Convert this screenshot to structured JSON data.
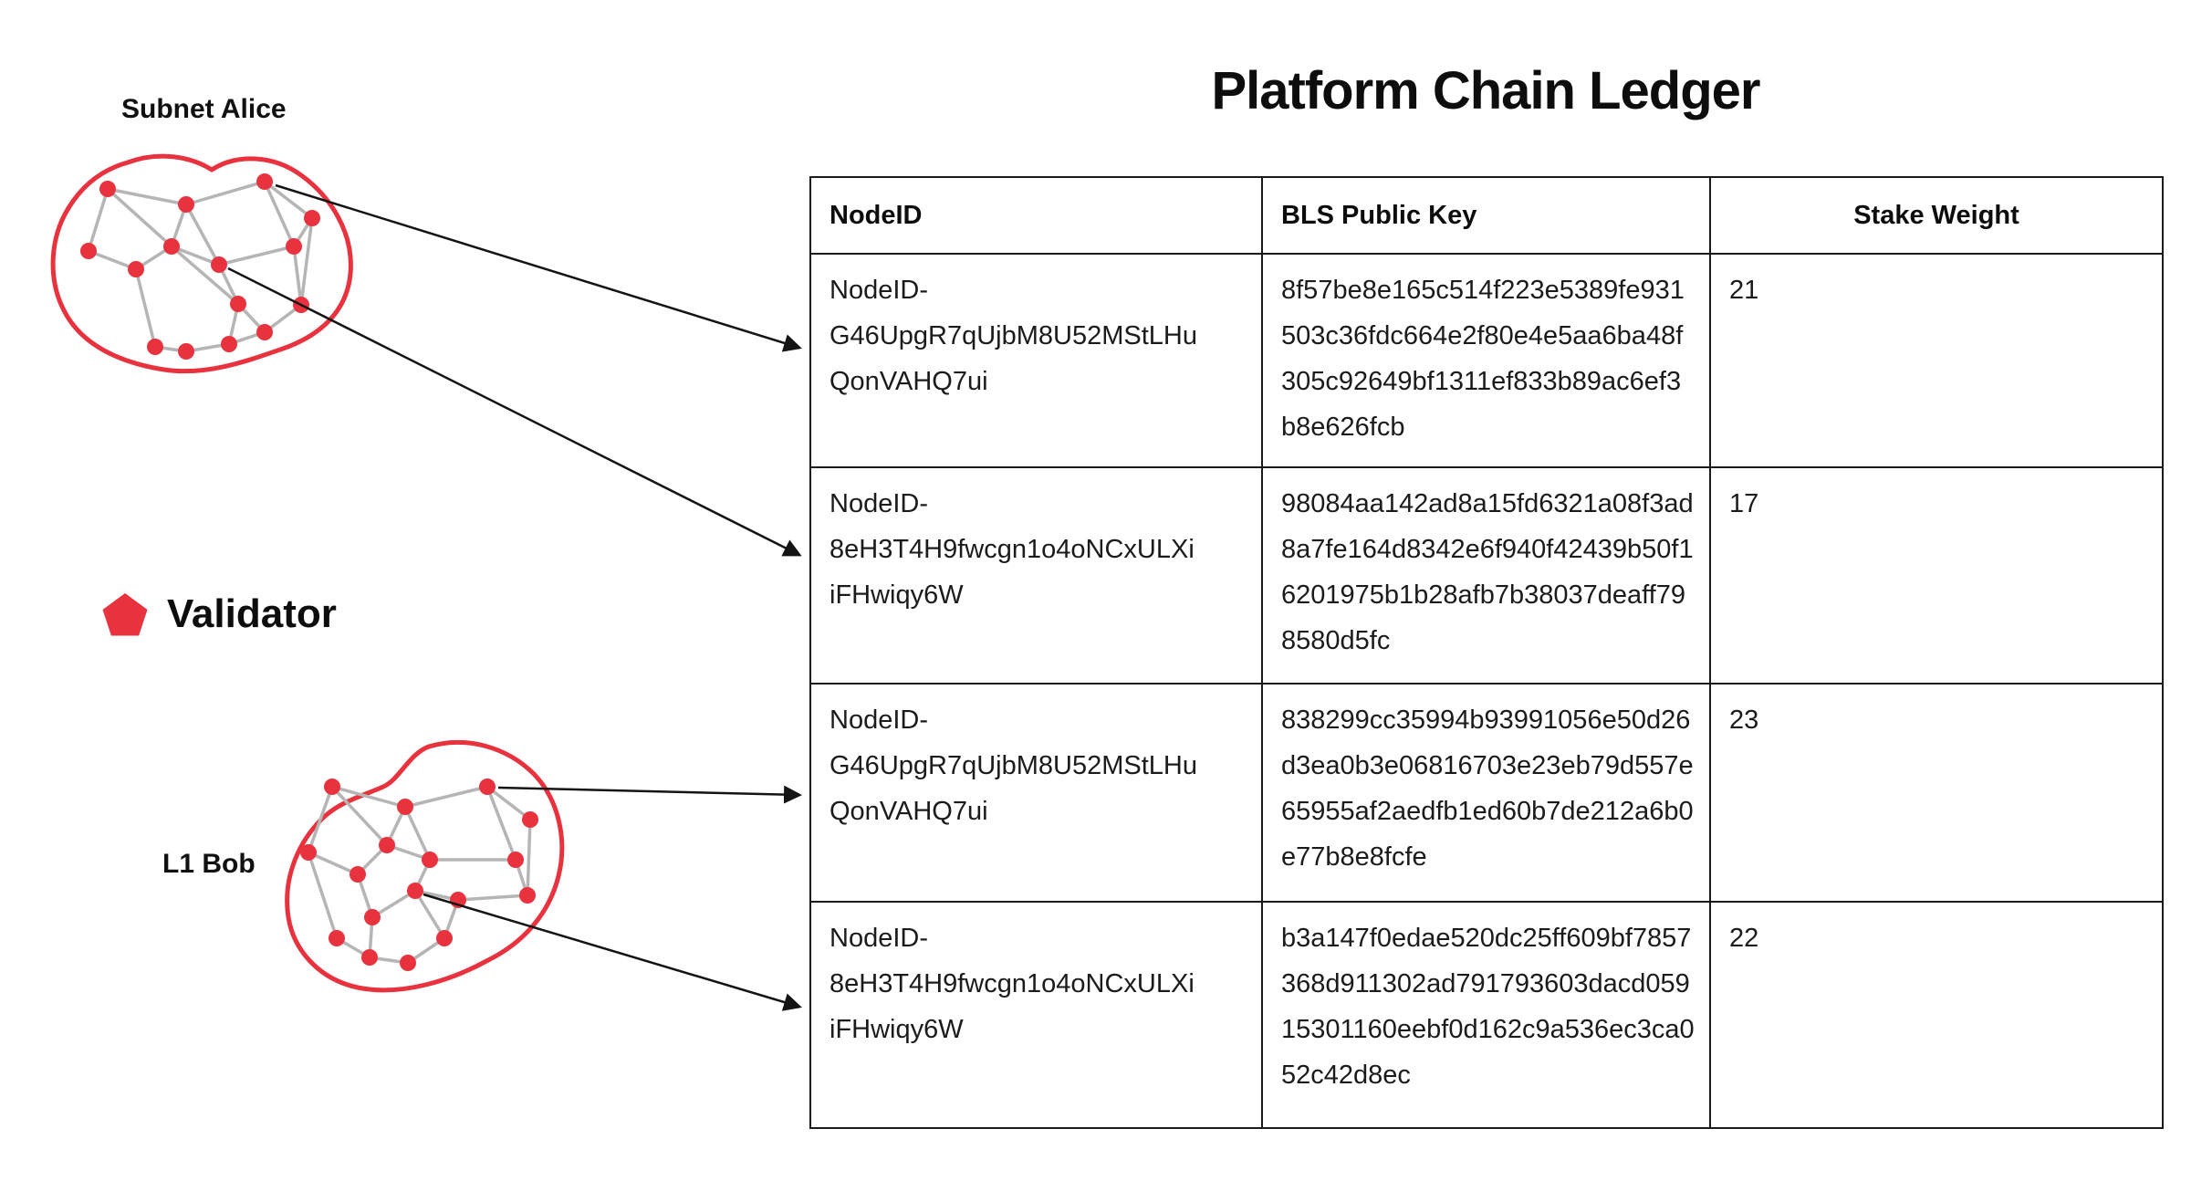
{
  "title": "Platform Chain Ledger",
  "networks": {
    "alice_label": "Subnet Alice",
    "bob_label": "L1 Bob"
  },
  "legend": {
    "validator_label": "Validator",
    "validator_icon": "red-pentagon"
  },
  "colors": {
    "validator_red": "#e8333f",
    "blob_outline_red": "#e8333f",
    "network_edge_gray": "#b5b5b5",
    "arrow_black": "#141414",
    "table_border": "#1a1a1a"
  },
  "table": {
    "headers": [
      "NodeID",
      "BLS Public Key",
      "Stake Weight"
    ],
    "rows": [
      {
        "node_id": "NodeID-G46UpgR7qUjbM8U52MStLHuQonVAHQ7ui",
        "bls_public_key": "8f57be8e165c514f223e5389fe931503c36fdc664e2f80e4e5aa6ba48f305c92649bf1311ef833b89ac6ef3b8e626fcb",
        "stake_weight": "21"
      },
      {
        "node_id": "NodeID-8eH3T4H9fwcgn1o4oNCxULXiiFHwiqy6W",
        "bls_public_key": "98084aa142ad8a15fd6321a08f3ad8a7fe164d8342e6f940f42439b50f16201975b1b28afb7b38037deaff798580d5fc",
        "stake_weight": "17"
      },
      {
        "node_id": "NodeID-G46UpgR7qUjbM8U52MStLHuQonVAHQ7ui",
        "bls_public_key": "838299cc35994b93991056e50d26d3ea0b3e06816703e23eb79d557e65955af2aedfb1ed60b7de212a6b0e77b8e8fcfe",
        "stake_weight": "23"
      },
      {
        "node_id": "NodeID-8eH3T4H9fwcgn1o4oNCxULXiiFHwiqy6W",
        "bls_public_key": "b3a147f0edae520dc25ff609bf7857368d911302ad791793603dacd05915301160eebf0d162c9a536ec3ca052c42d8ec",
        "stake_weight": "22"
      }
    ]
  }
}
